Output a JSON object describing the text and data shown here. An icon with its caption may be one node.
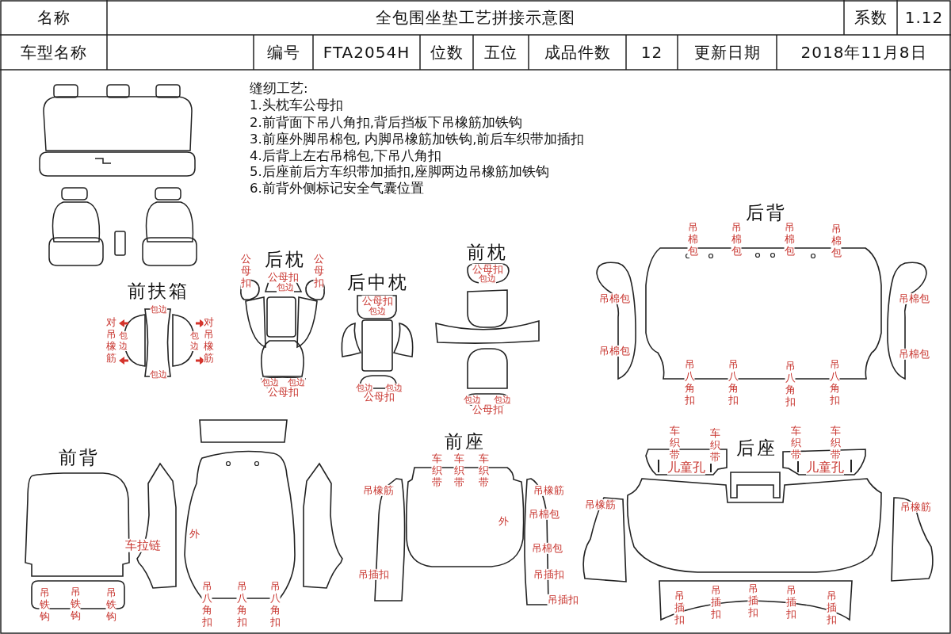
{
  "diagram": {
    "title": "全包围坐垫工艺拼接示意图",
    "labels": [
      "名称",
      "系数",
      "1.12",
      "车型名称",
      "编号",
      "FTA2054H",
      "位数",
      "五位",
      "成品件数",
      "12",
      "更新日期",
      "2018年11月8日",
      "缝纫工艺:",
      "1.头枕车公母扣",
      "2.前背面下吊八角扣,背后挡板下吊橡筋加铁钩",
      "3.前座外脚吊棉包, 内脚吊橡筋加铁钩,前后车织带加插扣",
      "4.后背上左右吊棉包,下吊八角扣",
      "5.后座前后方车织带加插扣,座脚两边吊橡筋加铁钩",
      "6.前背外侧标记安全气囊位置",
      "后背",
      "前枕",
      "后枕",
      "后中枕",
      "前扶箱",
      "前座",
      "后座",
      "前背",
      "公母扣",
      "公母扣",
      "公母扣",
      "包边",
      "公母扣",
      "包边",
      "吊棉包",
      "吊棉包",
      "吊棉包",
      "吊棉包",
      "包边",
      "公母扣",
      "包边",
      "吊棉包",
      "吊棉包",
      "对吊橡筋",
      "包边",
      "包边",
      "对吊橡筋",
      "吊棉包",
      "吊棉包",
      "吊八角扣",
      "吊八角扣",
      "吊八角扣",
      "吊八角扣",
      "包边",
      "包边",
      "包边",
      "公母扣",
      "包边",
      "包边",
      "公母扣",
      "包边",
      "包边",
      "公母扣",
      "车织带",
      "车织带",
      "车织带",
      "车织带",
      "车织带",
      "车织带",
      "车织带",
      "儿童孔",
      "儿童孔",
      "吊橡筋",
      "吊橡筋",
      "吊橡筋",
      "吊橡筋",
      "吊棉包",
      "外",
      "外",
      "车拉链",
      "吊棉包",
      "吊插扣",
      "吊插扣",
      "吊铁钩",
      "吊铁钩",
      "吊铁钩",
      "吊八角扣",
      "吊八角扣",
      "吊八角扣",
      "吊插扣",
      "吊插扣",
      "吊插扣",
      "吊插扣",
      "吊插扣",
      "吊插扣"
    ]
  }
}
